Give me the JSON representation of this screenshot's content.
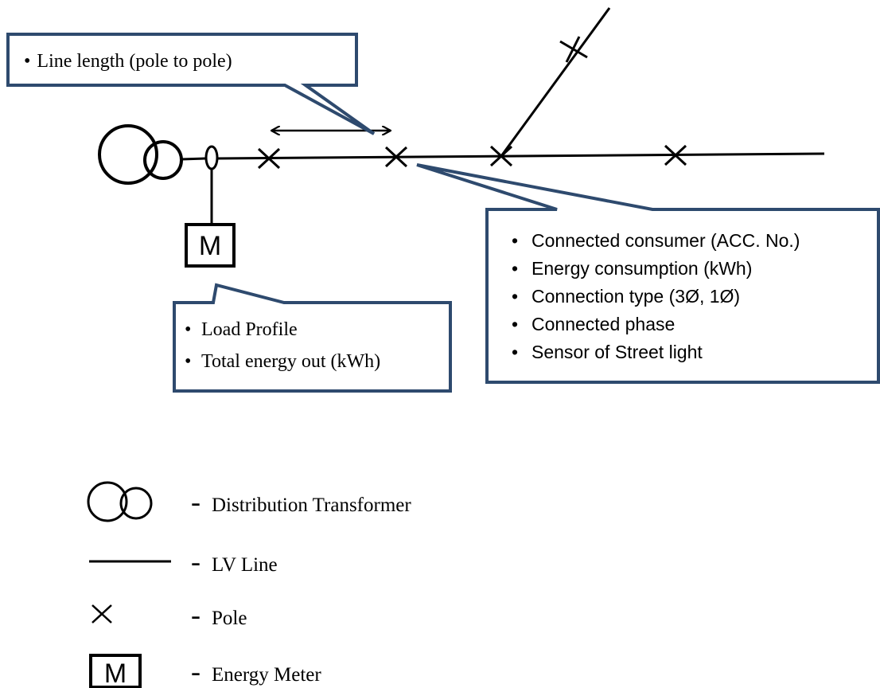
{
  "callouts": {
    "line_length": {
      "items": [
        "Line length (pole to pole)"
      ]
    },
    "meter": {
      "items": [
        "Load Profile",
        "Total energy out (kWh)"
      ]
    },
    "pole": {
      "items": [
        "Connected consumer (ACC. No.)",
        "Energy consumption (kWh)",
        "Connection type (3Ø, 1Ø)",
        "Connected phase",
        "Sensor of Street light"
      ]
    }
  },
  "diagram": {
    "meter_letter": "M",
    "bullet": "•"
  },
  "legend": {
    "dash": "-",
    "items": [
      {
        "symbol": "transformer-icon",
        "label": "Distribution Transformer"
      },
      {
        "symbol": "lv-line-icon",
        "label": "LV Line"
      },
      {
        "symbol": "pole-icon",
        "label": "Pole"
      },
      {
        "symbol": "energy-meter-icon",
        "label": "Energy Meter",
        "letter": "M"
      }
    ]
  },
  "colors": {
    "callout_border": "#2e4a6e",
    "line": "#000000"
  }
}
